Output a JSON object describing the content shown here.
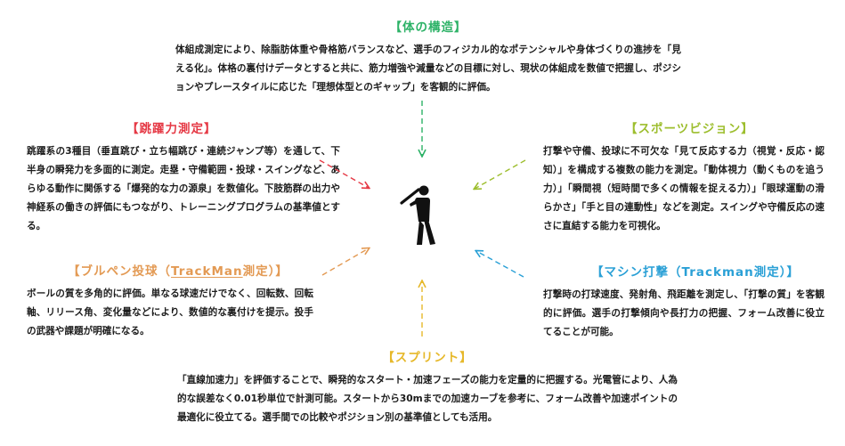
{
  "colors": {
    "green": "#2db267",
    "red": "#e53945",
    "lime": "#9dbe2e",
    "orange": "#e39a54",
    "blue": "#2aa0d6",
    "yellow": "#e6b82a",
    "text": "#1c1c1c"
  },
  "icon": "batter-icon",
  "sections": {
    "body_structure": {
      "title": "【体の構造】",
      "body": "体組成測定により、除脂肪体重や骨格筋バランスなど、選手のフィジカル的なポテンシャルや身体づくりの進捗を「見える化」。体格の裏付けデータとすると共に、筋力増強や減量などの目標に対し、現状の体組成を数値で把握し、ポジションやプレースタイルに応じた「理想体型とのギャップ」を客観的に評価。"
    },
    "jump": {
      "title": "【跳躍力測定】",
      "body": "跳躍系の3種目（垂直跳び・立ち幅跳び・連続ジャンプ等）を通して、下半身の瞬発力を多面的に測定。走塁・守備範囲・投球・スイングなど、あらゆる動作に関係する「爆発的な力の源泉」を数値化。下肢筋群の出力や神経系の働きの評価にもつながり、トレーニングプログラムの基準値とする。"
    },
    "vision": {
      "title": "【スポーツビジョン】",
      "body": "打撃や守備、投球に不可欠な「見て反応する力（視覚・反応・認知）」を構成する複数の能力を測定。「動体視力（動くものを追う力）」「瞬間視（短時間で多くの情報を捉える力）」「眼球運動の滑らかさ」「手と目の連動性」などを測定。スイングや守備反応の速さに直結する能力を可視化。"
    },
    "bullpen": {
      "title_pre": "【ブルペン投球（",
      "title_tm": "TrackMan",
      "title_post": "測定）】",
      "body": "ボールの質を多角的に評価。単なる球速だけでなく、回転数、回転軸、リリース角、変化量などにより、数値的な裏付けを提示。投手の武器や課題が明確になる。"
    },
    "machine": {
      "title": "【マシン打撃（Trackman測定）】",
      "body": "打撃時の打球速度、発射角、飛距離を測定し、「打撃の質」を客観的に評価。選手の打撃傾向や長打力の把握、フォーム改善に役立てることが可能。"
    },
    "sprint": {
      "title": "【スプリント】",
      "body": "「直線加速力」を評価することで、瞬発的なスタート・加速フェーズの能力を定量的に把握する。光電管により、人為的な誤差なく0.01秒単位で計測可能。スタートから30mまでの加速カーブを参考に、フォーム改善や加速ポイントの最適化に役立てる。選手間での比較やポジション別の基準値としても活用。"
    }
  }
}
